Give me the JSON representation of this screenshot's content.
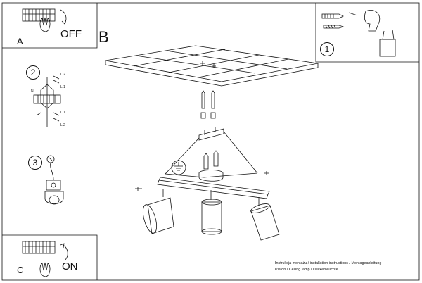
{
  "panels": {
    "a": {
      "letter": "A",
      "switch_state": "OFF"
    },
    "b": {
      "letter": "B"
    },
    "c": {
      "letter": "C",
      "switch_state": "ON"
    }
  },
  "steps": [
    {
      "number": "1"
    },
    {
      "number": "2"
    },
    {
      "number": "3"
    }
  ],
  "wiring": {
    "top_labels": [
      "L 2",
      "L 1"
    ],
    "left_label": "N",
    "bottom_labels": [
      "L 1",
      "L 2"
    ]
  },
  "footer": {
    "line1": "Instrukcja montażu / installation instructions / Montageanleitung",
    "line2": "Plafon / Ceiling lamp / Deckenleuchte"
  }
}
